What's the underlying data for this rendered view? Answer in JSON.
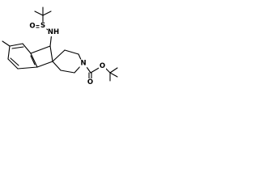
{
  "molecule": {
    "atoms": {
      "sulfur": "S",
      "sulfinyl_oxygen": "O",
      "amine_nh": "NH",
      "piperidine_nitrogen": "N",
      "carbonyl_oxygen": "O",
      "ester_oxygen": "O"
    }
  }
}
